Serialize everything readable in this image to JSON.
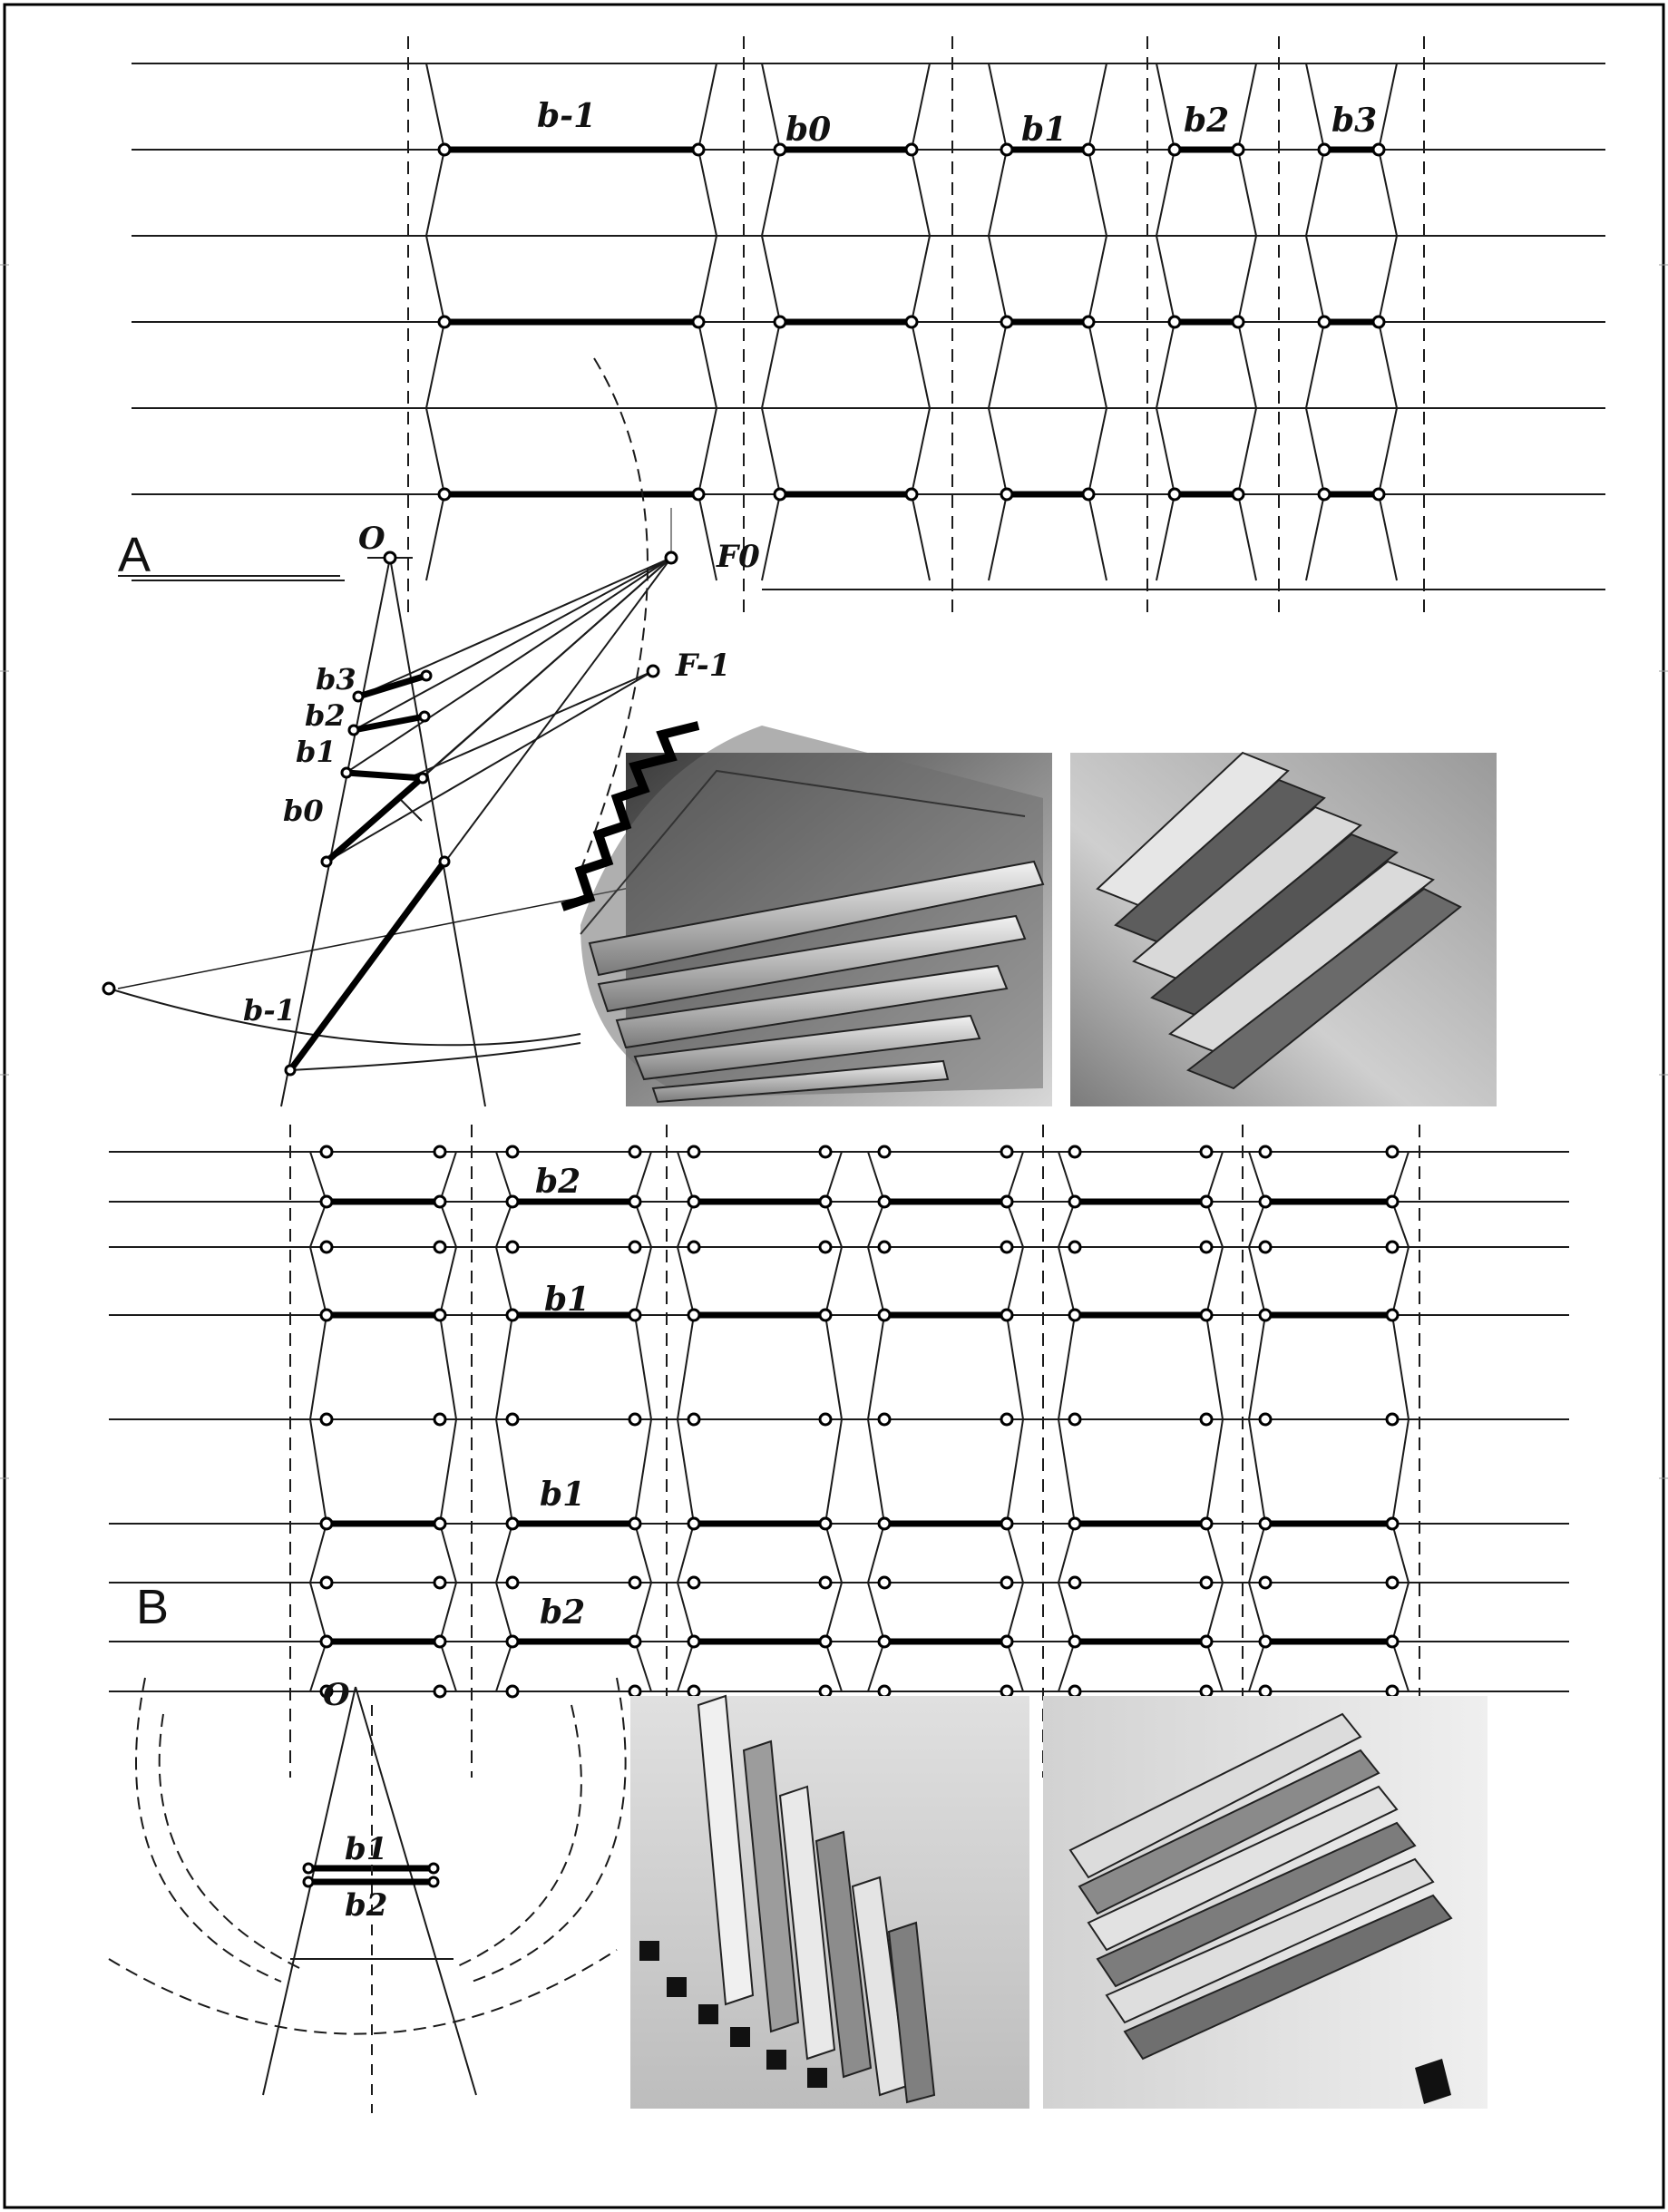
{
  "section_a": {
    "letter": "A",
    "row_labels": [
      "b-1",
      "b0",
      "b1",
      "b2",
      "b3"
    ],
    "construction_labels": [
      "b3",
      "b2",
      "b1",
      "b0",
      "b-1"
    ],
    "origin": "O",
    "focus_labels": [
      "F0",
      "F-1"
    ]
  },
  "section_b": {
    "letter": "B",
    "row_labels": [
      "b2",
      "b1",
      "b1",
      "b2"
    ],
    "construction_labels": [
      "b1",
      "b2"
    ],
    "origin": "O"
  },
  "photos": {
    "a_left": "folded-model-photo",
    "a_right": "folded-model-photo",
    "b_left": "folded-model-photo",
    "b_right": "folded-model-photo"
  }
}
